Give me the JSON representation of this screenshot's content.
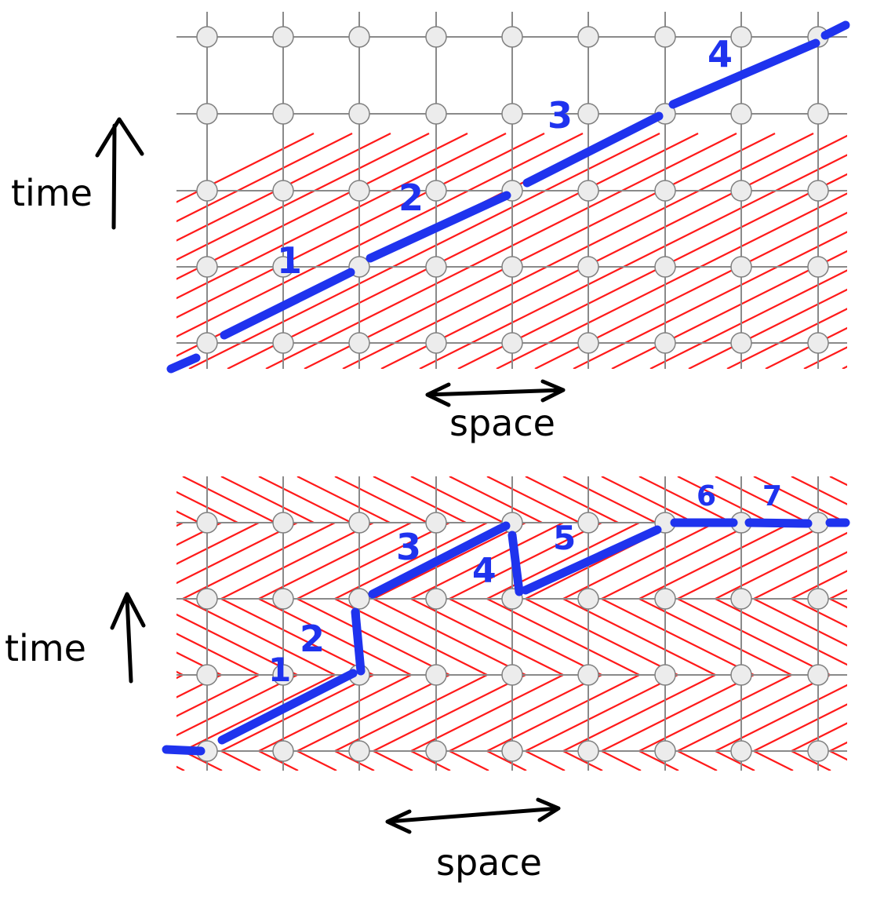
{
  "panels": [
    {
      "id": "top",
      "red_lines": "diagonal",
      "path_labels": [
        "1",
        "2",
        "3",
        "4"
      ],
      "time_label": "time",
      "space_label": "space"
    },
    {
      "id": "bottom",
      "red_lines": "zigzag",
      "path_labels": [
        "1",
        "2",
        "3",
        "4",
        "5",
        "6",
        "7"
      ],
      "time_label": "time",
      "space_label": "space"
    }
  ],
  "colors": {
    "grid": "#8a8a8a",
    "node_fill": "#ececec",
    "node_stroke": "#808080",
    "red_lines": "#ff1a1a",
    "path": "#1f33ee",
    "annotation": "#000000"
  }
}
